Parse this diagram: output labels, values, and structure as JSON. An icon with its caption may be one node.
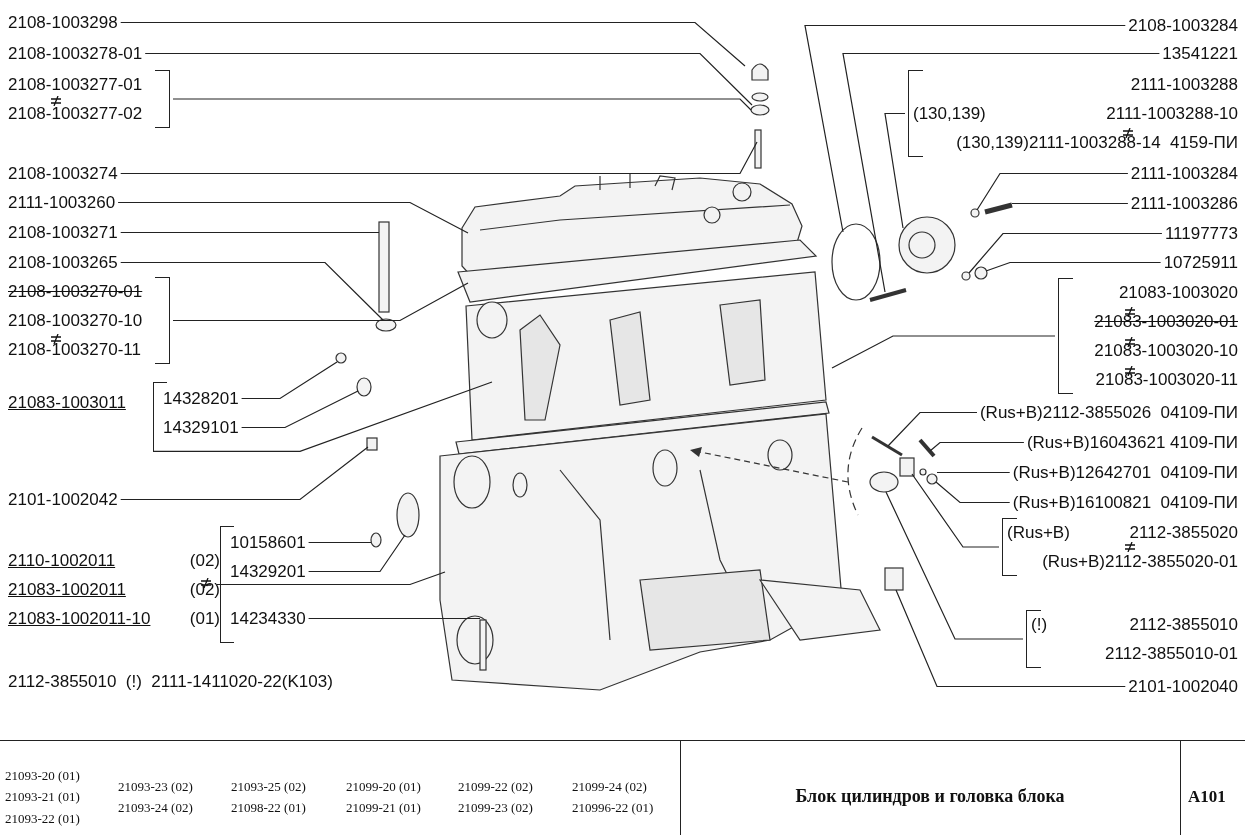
{
  "diagram": {
    "title": "Блок цилиндров и головка блока",
    "nodes": [
      {
        "text": [
          "2108-1003298"
        ]
      },
      {
        "text": [
          "2108-1003278-01"
        ]
      },
      {
        "text": [
          "2108-1003277-01",
          "2108-1003277-02"
        ]
      },
      {
        "text": [
          "2108-1003274"
        ]
      },
      {
        "text": [
          "2111-1003260"
        ]
      },
      {
        "text": [
          "2108-1003271"
        ]
      },
      {
        "text": [
          "2108-1003265"
        ]
      },
      {
        "text": [
          "2108-1003270-01",
          "2108-1003270-10",
          "2108-1003270-11"
        ]
      },
      {
        "text": [
          "21083-1003011"
        ]
      },
      {
        "text": [
          "14328201"
        ],
        "in": 8
      },
      {
        "text": [
          "14329101"
        ],
        "in": 8
      },
      {
        "text": [
          "2101-1002042"
        ]
      },
      {
        "text": [
          "2110-1002011",
          "(02)",
          "21083-1002011",
          "(02)",
          "21083-1002011-10",
          "(01)"
        ]
      },
      {
        "text": [
          "10158601"
        ],
        "in": 12
      },
      {
        "text": [
          "14329201"
        ],
        "in": 12
      },
      {
        "text": [
          "14234330"
        ],
        "in": 12
      },
      {
        "text": [
          "2108-1003284"
        ]
      },
      {
        "text": [
          "13541221"
        ]
      },
      {
        "text": [
          "2111-1003288",
          "(130,139)",
          "2111-1003288-10",
          "(130,139)2111-1003288-14  4159-ПИ"
        ]
      },
      {
        "text": [
          "2111-1003284"
        ]
      },
      {
        "text": [
          "2111-1003286"
        ]
      },
      {
        "text": [
          "11197773"
        ]
      },
      {
        "text": [
          "10725911"
        ]
      },
      {
        "text": [
          "21083-1003020",
          "21083-1003020-01",
          "21083-1003020-10",
          "21083-1003020-11"
        ]
      },
      {
        "text": [
          "(Rus+B)2112-3855026  04109-ПИ"
        ]
      },
      {
        "text": [
          "(Rus+B)16043621 4109-ПИ"
        ]
      },
      {
        "text": [
          "(Rus+B)12642701  04109-ПИ"
        ]
      },
      {
        "text": [
          "(Rus+B)16100821  04109-ПИ"
        ]
      },
      {
        "text": [
          "(Rus+B)",
          "2112-3855020",
          "(Rus+B)2112-3855020-01"
        ]
      },
      {
        "text": [
          "(!)",
          "2112-3855010",
          "2112-3855010-01"
        ]
      },
      {
        "text": [
          "2101-1002040"
        ]
      }
    ],
    "edges": [
      {
        "from": 0,
        "to": null,
        "arrow": "none"
      },
      {
        "from": 1,
        "to": null,
        "arrow": "none"
      },
      {
        "from": 2,
        "to": null,
        "arrow": "none"
      },
      {
        "from": 3,
        "to": null,
        "arrow": "none"
      },
      {
        "from": 4,
        "to": null,
        "arrow": "none"
      },
      {
        "from": 5,
        "to": null,
        "arrow": "none"
      },
      {
        "from": 6,
        "to": null,
        "arrow": "none"
      },
      {
        "from": 7,
        "to": null,
        "arrow": "none"
      },
      {
        "from": 8,
        "to": null,
        "arrow": "none"
      },
      {
        "from": 9,
        "to": null,
        "arrow": "none"
      },
      {
        "from": 10,
        "to": null,
        "arrow": "none"
      },
      {
        "from": 11,
        "to": null,
        "arrow": "none"
      },
      {
        "from": 12,
        "to": null,
        "arrow": "none"
      },
      {
        "from": 13,
        "to": null,
        "arrow": "none"
      },
      {
        "from": 14,
        "to": null,
        "arrow": "none"
      },
      {
        "from": 15,
        "to": null,
        "arrow": "none"
      },
      {
        "from": 16,
        "to": null,
        "arrow": "none"
      },
      {
        "from": 17,
        "to": null,
        "arrow": "none"
      },
      {
        "from": 18,
        "to": null,
        "arrow": "none"
      },
      {
        "from": 19,
        "to": null,
        "arrow": "none"
      },
      {
        "from": 20,
        "to": null,
        "arrow": "none"
      },
      {
        "from": 21,
        "to": null,
        "arrow": "none"
      },
      {
        "from": 22,
        "to": null,
        "arrow": "none"
      },
      {
        "from": 23,
        "to": null,
        "arrow": "none"
      },
      {
        "from": 24,
        "to": null,
        "arrow": "none"
      },
      {
        "from": 25,
        "to": null,
        "arrow": "none"
      },
      {
        "from": 26,
        "to": null,
        "arrow": "none"
      },
      {
        "from": 27,
        "to": null,
        "arrow": "none"
      },
      {
        "from": 28,
        "to": null,
        "arrow": "none"
      },
      {
        "from": 29,
        "to": null,
        "arrow": "none"
      },
      {
        "from": 30,
        "to": null,
        "arrow": "none"
      }
    ],
    "labels": [
      "2112-3855010  (!)  2111-1411020-22(K103)",
      "21093-20 (01)",
      "21093-21 (01)",
      "21093-22 (01)",
      "21093-23 (02)",
      "21093-25 (02)",
      "21099-20 (01)",
      "21099-22 (02)",
      "21099-24 (02)",
      "21093-24 (02)",
      "21098-22 (01)",
      "21099-21 (01)",
      "21099-23 (02)",
      "210996-22 (01)",
      "A101"
    ]
  }
}
